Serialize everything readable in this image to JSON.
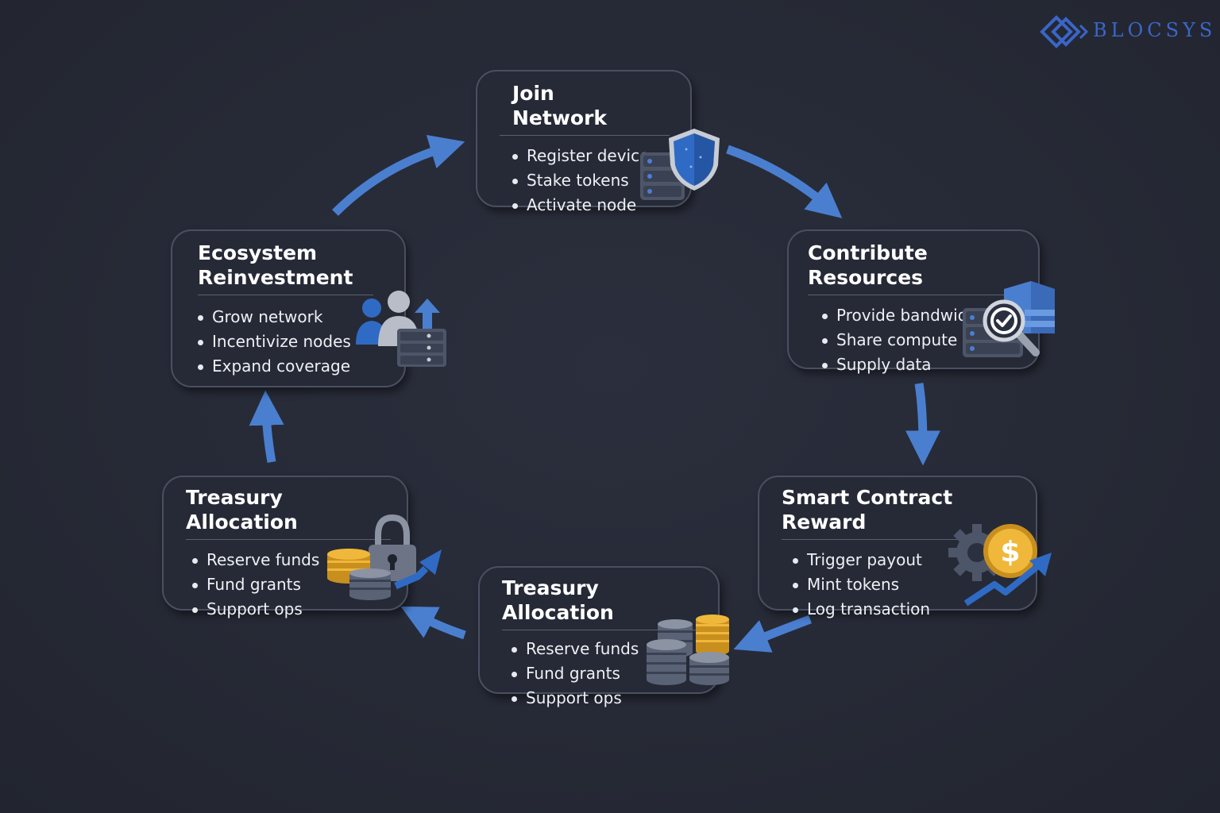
{
  "brand": {
    "name": "BLOCSYS"
  },
  "cards": [
    {
      "id": "join",
      "title": "Join Network",
      "items": [
        "Register device",
        "Stake tokens",
        "Activate node"
      ]
    },
    {
      "id": "contribute",
      "title": "Contribute Resources",
      "items": [
        "Provide bandwidth",
        "Share compute",
        "Supply data"
      ]
    },
    {
      "id": "reward",
      "title": "Smart Contract Reward",
      "items": [
        "Trigger payout",
        "Mint tokens",
        "Log transaction"
      ]
    },
    {
      "id": "treasury-center",
      "title": "Treasury Allocation",
      "items": [
        "Reserve funds",
        "Fund grants",
        "Support ops"
      ]
    },
    {
      "id": "treasury-left",
      "title": "Treasury Allocation",
      "items": [
        "Reserve funds",
        "Fund grants",
        "Support ops"
      ]
    },
    {
      "id": "reinvest",
      "title_lines": [
        "Ecosystem",
        "Reinvestment"
      ],
      "items": [
        "Grow network",
        "Incentivize nodes",
        "Expand coverage"
      ]
    }
  ],
  "colors": {
    "background": "#262a36",
    "arrow": "#4a7fd0",
    "card_border": "#4a5062",
    "accent_blue": "#3a66c8",
    "coin_gold": "#e8b84a"
  },
  "icons": [
    "shield-server-icon",
    "server-magnifier-check-icon",
    "gear-dollar-coin-trend-icon",
    "coin-stacks-icon",
    "lock-coins-trend-icon",
    "people-server-upload-icon"
  ]
}
